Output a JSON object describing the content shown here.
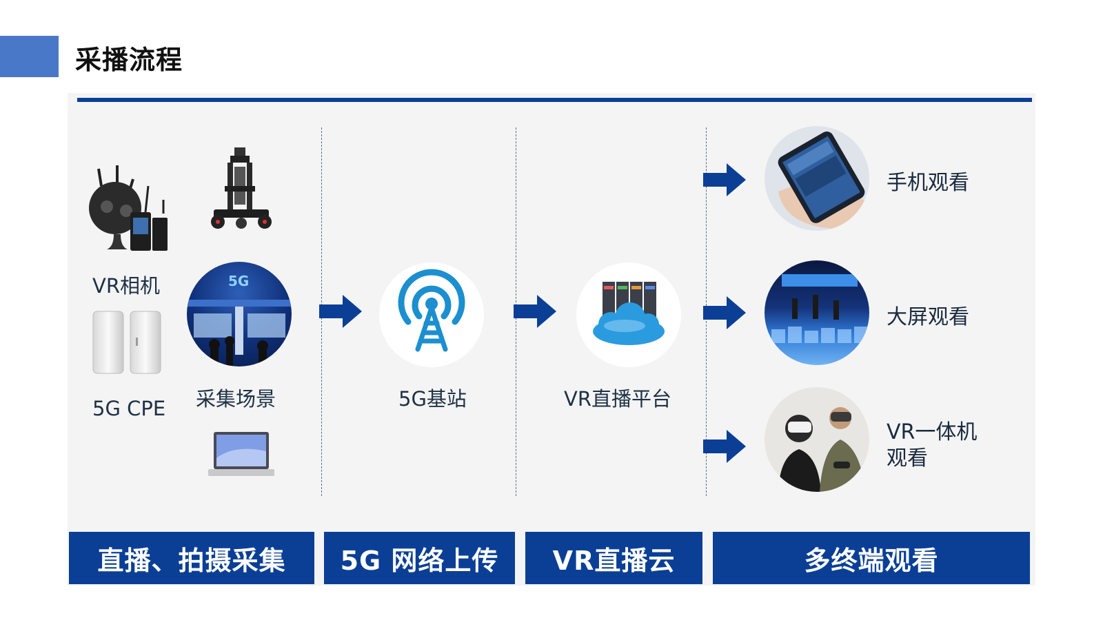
{
  "page": {
    "title": "采播流程"
  },
  "capture": {
    "vr_camera_label": "VR相机",
    "cpe_label": "5G CPE",
    "scene_label": "采集场景"
  },
  "network": {
    "base_station_label": "5G基站"
  },
  "cloud": {
    "platform_label": "VR直播平台"
  },
  "terminals": {
    "phone_label": "手机观看",
    "screen_label": "大屏观看",
    "vr_label_line1": "VR一体机",
    "vr_label_line2": "观看"
  },
  "stages": [
    {
      "label": "直播、拍摄采集"
    },
    {
      "label": "5G 网络上传"
    },
    {
      "label": "VR直播云"
    },
    {
      "label": "多终端观看"
    }
  ],
  "colors": {
    "accent": "#4a78c8",
    "primary": "#0b3f96",
    "icon_blue": "#1b8fd0",
    "panel": "#f4f4f4"
  }
}
